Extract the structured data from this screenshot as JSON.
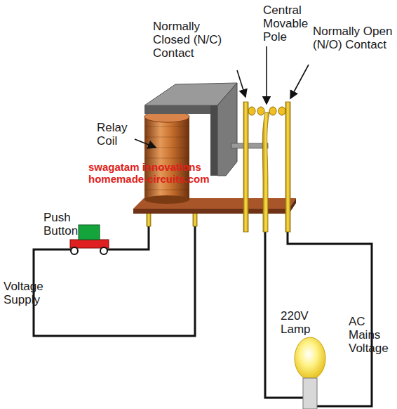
{
  "diagram": {
    "labels": [
      "Normally Closed (N/C) Contact",
      "Central Movable Pole",
      "Normally Open (N/O) Contact",
      "Relay Coil",
      "swagatam innovations",
      "homemade-circuits.com",
      "Push Button",
      "Voltage Supply",
      "220V Lamp",
      "AC Mains Voltage"
    ]
  }
}
